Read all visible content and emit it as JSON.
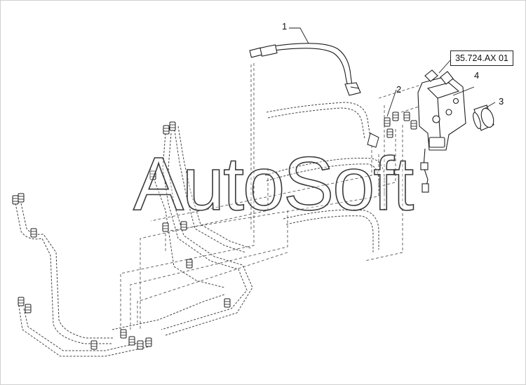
{
  "diagram": {
    "callouts": [
      "1",
      "2",
      "3",
      "4"
    ],
    "reference_label": "35.724.AX 01",
    "watermark": "AutoSoft"
  },
  "colors": {
    "line": "#1e1e1e",
    "dashed": "#555555",
    "background": "#ffffff"
  }
}
